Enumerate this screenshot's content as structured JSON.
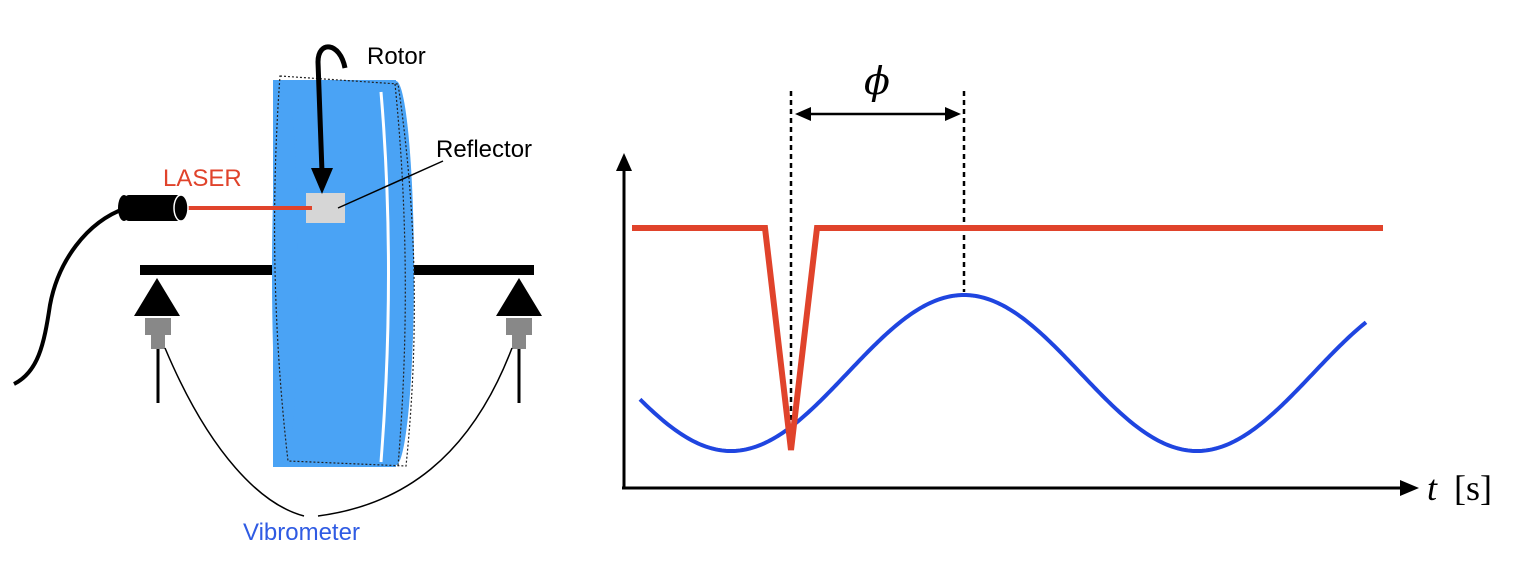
{
  "left_diagram": {
    "labels": {
      "rotor": "Rotor",
      "reflector": "Reflector",
      "laser": "LASER",
      "vibrometer": "Vibrometer"
    },
    "colors": {
      "rotor_fill": "#4aa3f5",
      "laser": "#e0432b",
      "vibrometer_label": "#2f5be3",
      "reflector": "#d6d6d6",
      "sensor_body": "#888888"
    }
  },
  "right_diagram": {
    "phase_label": "ϕ",
    "time_axis_italic": "t",
    "time_axis_unit": "[s]",
    "colors": {
      "trigger_signal": "#e0432b",
      "vibration_signal": "#1f45e0",
      "axes": "#000000"
    }
  }
}
